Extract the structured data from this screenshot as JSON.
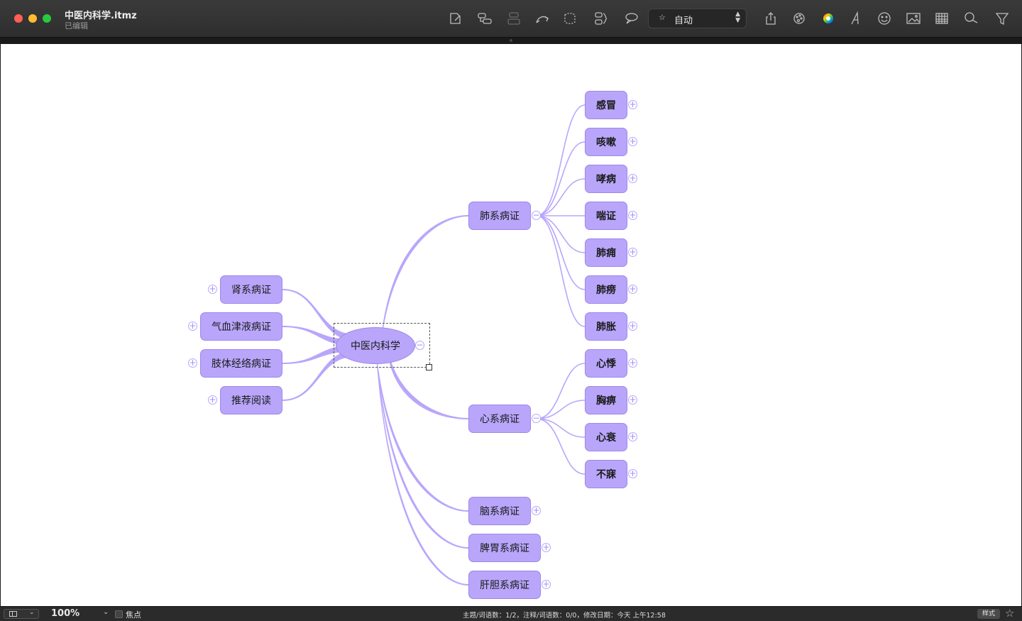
{
  "window": {
    "title": "中医内科学.itmz",
    "subtitle": "已编辑"
  },
  "toolbar": {
    "icons": [
      "new-topic-icon",
      "sibling-topic-icon",
      "child-topic-icon",
      "relation-icon",
      "boundary-icon",
      "summary-icon",
      "callout-icon"
    ],
    "layout_select": {
      "star": "☆",
      "label": "自动",
      "arrows": "⌃⌄"
    },
    "right_icons": [
      "share-icon",
      "style-palette-icon",
      "color-wheel-icon",
      "font-icon",
      "emoji-icon",
      "image-icon",
      "table-icon",
      "search-icon",
      "filter-icon"
    ]
  },
  "mindmap": {
    "central": "中医内科学",
    "right_branches": [
      "肺系病证",
      "心系病证",
      "脑系病证",
      "脾胃系病证",
      "肝胆系病证"
    ],
    "left_branches": [
      "肾系病证",
      "气血津液病证",
      "肢体经络病证",
      "推荐阅读"
    ],
    "lung_children": [
      "感冒",
      "咳嗽",
      "哮病",
      "喘证",
      "肺痈",
      "肺痨",
      "肺胀"
    ],
    "heart_children": [
      "心悸",
      "胸痹",
      "心衰",
      "不寐"
    ],
    "toggle_plus": "+",
    "toggle_minus": "−",
    "colors": {
      "topic_fill": "#b9a6fb",
      "topic_border": "#9d86ea",
      "line": "#b9a6fb"
    }
  },
  "statusbar": {
    "zoom": "100%",
    "focus_label": "焦点",
    "status_text": "主题/词语数：1/2，注释/词语数：0/0，修改日期：今天 上午12:58",
    "style_button": "样式",
    "star": "☆"
  }
}
